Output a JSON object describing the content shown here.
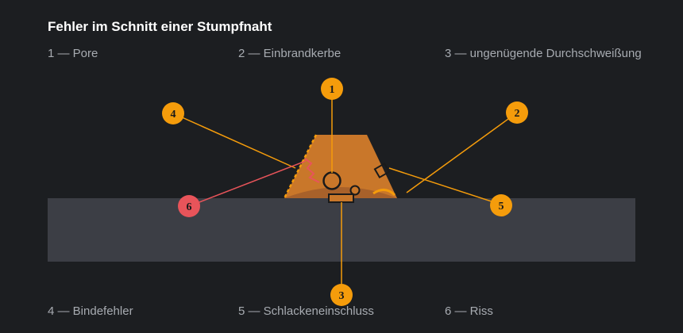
{
  "title": "Fehler im Schnitt einer Stumpfnaht",
  "legend": [
    {
      "num": "1",
      "text": "1 — Pore"
    },
    {
      "num": "2",
      "text": "2 — Einbrandkerbe"
    },
    {
      "num": "3",
      "text": "3 — ungenügende Durchschweißung"
    },
    {
      "num": "4",
      "text": "4 — Bindefehler"
    },
    {
      "num": "5",
      "text": "5 — Schlackeneinschluss"
    },
    {
      "num": "6",
      "text": "6 — Riss"
    }
  ],
  "colors": {
    "background": "#1c1e21",
    "plate": "#3c3e45",
    "weld": "#c9772a",
    "weld_base": "#a8612a",
    "marker": "#f59c0b",
    "marker_text": "#1a1a1a",
    "crack": "#e8545a",
    "defect_outline": "#1a1a1a",
    "legend_text": "#a7abb1",
    "title_text": "#ffffff"
  }
}
